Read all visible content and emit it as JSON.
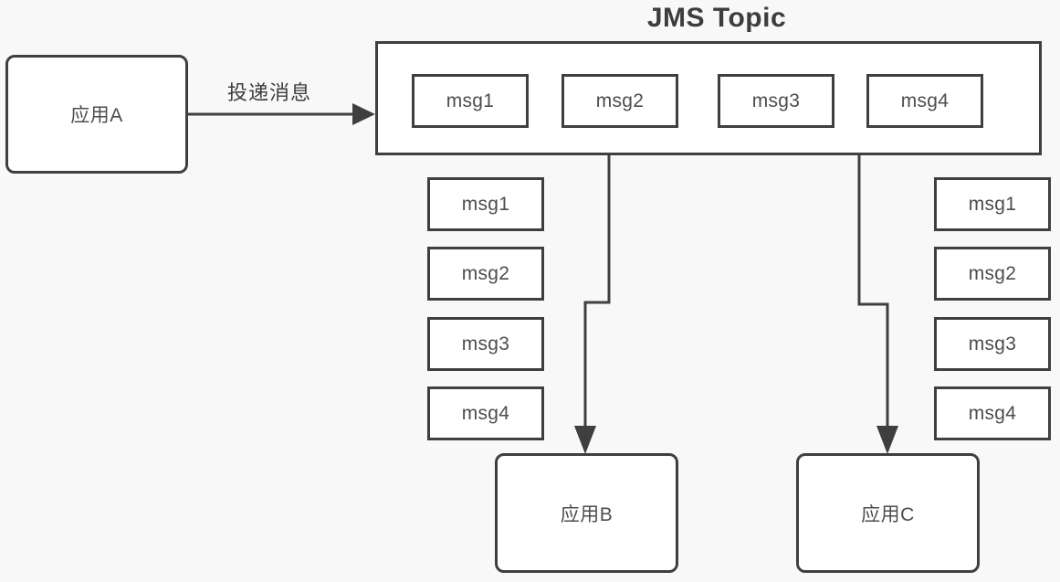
{
  "diagram": {
    "title": "JMS Topic",
    "background_color": "#f8f8f8",
    "stroke_color": "#3f3f3f",
    "text_color": "#4d4d4d",
    "type": "flow-diagram"
  },
  "producer": {
    "label": "应用A",
    "edge_label": "投递消息"
  },
  "topic": {
    "title": "JMS Topic",
    "messages": [
      {
        "label": "msg1"
      },
      {
        "label": "msg2"
      },
      {
        "label": "msg3"
      },
      {
        "label": "msg4"
      }
    ]
  },
  "consumers": [
    {
      "name": "consumer-b",
      "label": "应用B",
      "messages": [
        {
          "label": "msg1"
        },
        {
          "label": "msg2"
        },
        {
          "label": "msg3"
        },
        {
          "label": "msg4"
        }
      ]
    },
    {
      "name": "consumer-c",
      "label": "应用C",
      "messages": [
        {
          "label": "msg1"
        },
        {
          "label": "msg2"
        },
        {
          "label": "msg3"
        },
        {
          "label": "msg4"
        }
      ]
    }
  ]
}
